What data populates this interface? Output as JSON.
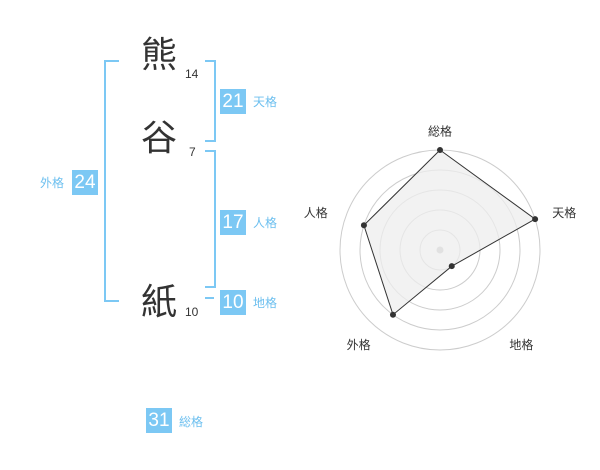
{
  "characters": [
    {
      "char": "熊",
      "strokes": "14"
    },
    {
      "char": "谷",
      "strokes": "7"
    },
    {
      "char": "紙",
      "strokes": "10"
    }
  ],
  "kaku": {
    "tenkaku": {
      "value": "21",
      "label": "天格"
    },
    "jinkaku": {
      "value": "17",
      "label": "人格"
    },
    "chikaku": {
      "value": "10",
      "label": "地格"
    },
    "gaikaku": {
      "value": "24",
      "label": "外格"
    },
    "soukaku": {
      "value": "31",
      "label": "総格"
    }
  },
  "radar": {
    "axes": [
      "総格",
      "天格",
      "地格",
      "外格",
      "人格"
    ],
    "scores": [
      5,
      5,
      1,
      4,
      4
    ],
    "max": 5,
    "colors": {
      "fill": "#eeeeee",
      "stroke": "#333333",
      "ring": "#cccccc",
      "center": "#bbbbbb"
    }
  }
}
